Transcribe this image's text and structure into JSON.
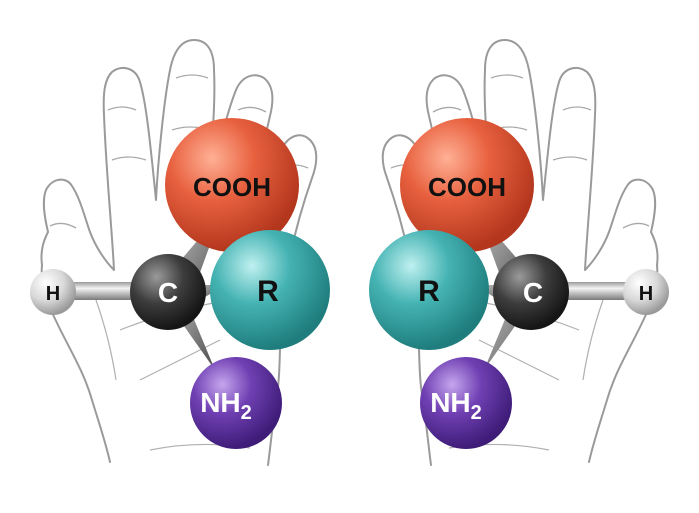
{
  "left_molecule": {
    "cooh": "COOH",
    "r": "R",
    "carbon": "C",
    "hydrogen": "H",
    "amine": "NH",
    "amine_sub": "2"
  },
  "right_molecule": {
    "cooh": "COOH",
    "r": "R",
    "carbon": "C",
    "hydrogen": "H",
    "amine": "NH",
    "amine_sub": "2"
  },
  "colors": {
    "cooh": "#e2583a",
    "r": "#3aa8a8",
    "carbon": "#3a3a3a",
    "hydrogen": "#d8d8d8",
    "amine": "#6a3aa8",
    "hand_outline": "#9a9a9a"
  }
}
